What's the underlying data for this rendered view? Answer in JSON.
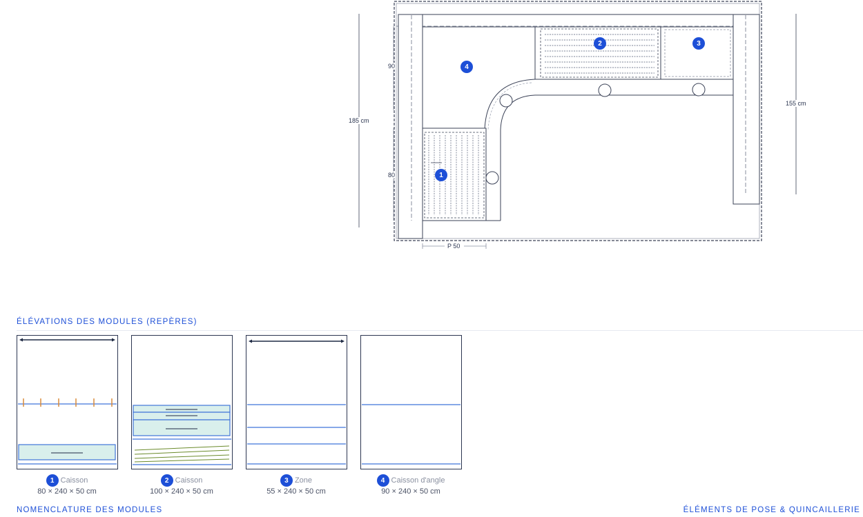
{
  "plan": {
    "dimensions": {
      "left_height": "185 cm",
      "right_height": "155 cm",
      "upper_left": "90",
      "lower_left": "80",
      "depth": "P 50"
    },
    "markers": [
      "1",
      "2",
      "3",
      "4"
    ]
  },
  "elevations": {
    "title": "ÉLÉVATIONS DES MODULES (REPÈRES)",
    "modules": [
      {
        "num": "1",
        "name": "Caisson",
        "dims": "80 × 240 × 50 cm"
      },
      {
        "num": "2",
        "name": "Caisson",
        "dims": "100 × 240 × 50 cm"
      },
      {
        "num": "3",
        "name": "Zone",
        "dims": "55 × 240 × 50 cm"
      },
      {
        "num": "4",
        "name": "Caisson d'angle",
        "dims": "90 × 240 × 50 cm"
      }
    ]
  },
  "footer": {
    "nomenclature_title": "NOMENCLATURE DES MODULES",
    "hardware_title": "ÉLÉMENTS DE POSE & QUINCAILLERIE"
  },
  "colors": {
    "accent": "#1d4fd7",
    "line": "#3a4156",
    "fill_light": "#d9efec",
    "hook": "#d98a3a",
    "diagonal": "#6a8a2a"
  }
}
